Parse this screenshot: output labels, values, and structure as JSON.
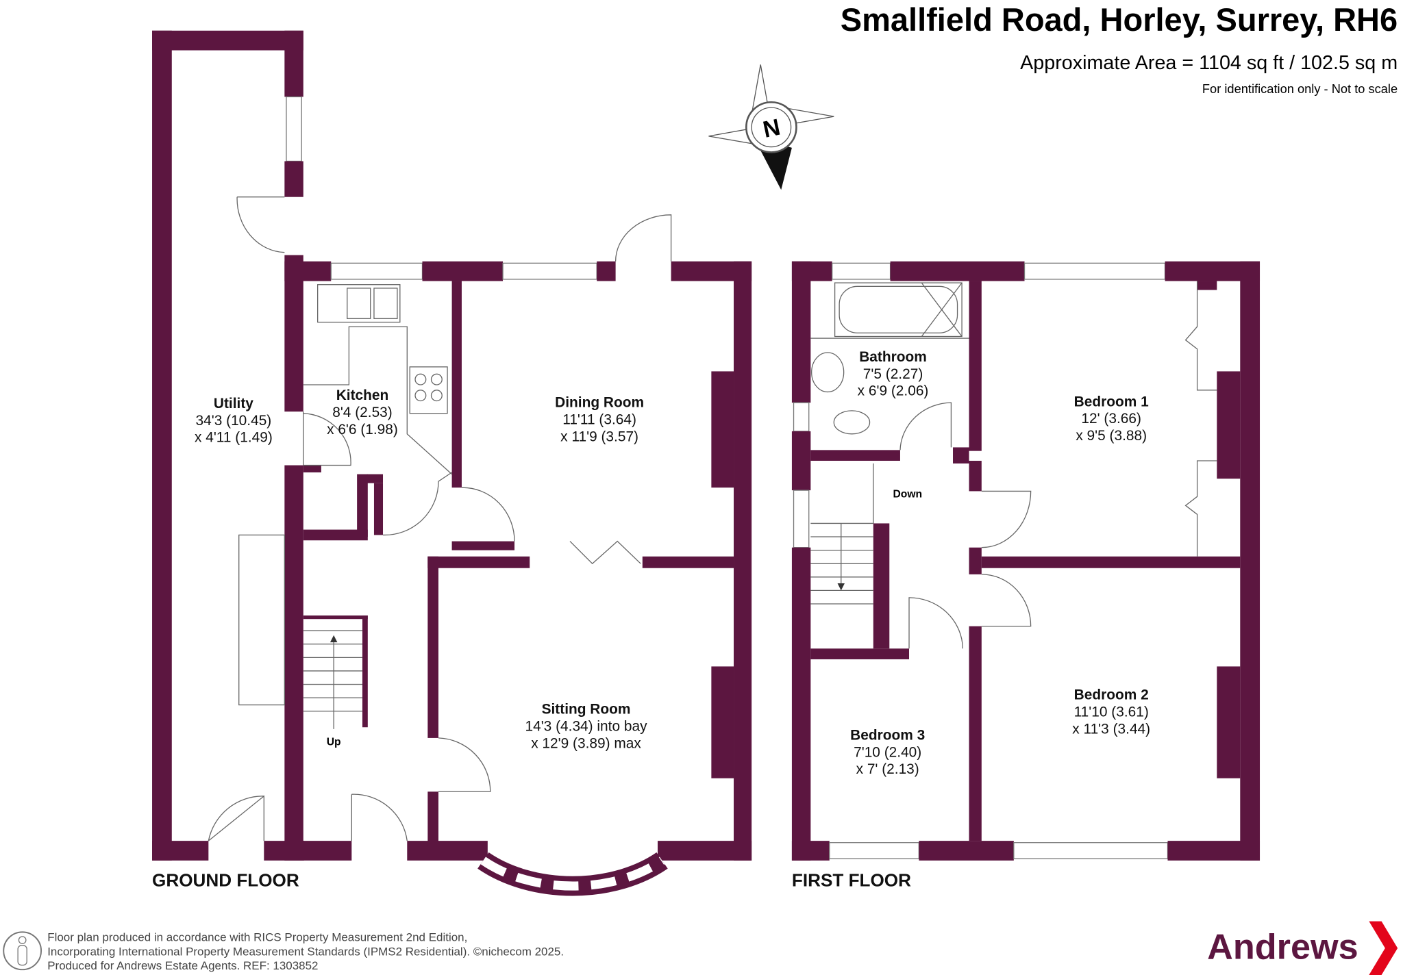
{
  "header": {
    "title": "Smallfield Road, Horley, Surrey, RH6",
    "area": "Approximate Area = 1104 sq ft / 102.5 sq m",
    "disclaimer": "For identification only - Not to scale"
  },
  "compass": {
    "label": "N"
  },
  "ground_floor": {
    "label": "GROUND FLOOR",
    "stairs_label": "Up",
    "rooms": [
      {
        "name": "Utility",
        "dim1": "34'3 (10.45)",
        "dim2": "x 4'11 (1.49)"
      },
      {
        "name": "Kitchen",
        "dim1": "8'4 (2.53)",
        "dim2": "x 6'6 (1.98)"
      },
      {
        "name": "Dining Room",
        "dim1": "11'11 (3.64)",
        "dim2": "x 11'9 (3.57)"
      },
      {
        "name": "Sitting Room",
        "dim1": "14'3 (4.34) into bay",
        "dim2": "x 12'9 (3.89) max"
      }
    ]
  },
  "first_floor": {
    "label": "FIRST FLOOR",
    "stairs_label": "Down",
    "rooms": [
      {
        "name": "Bathroom",
        "dim1": "7'5 (2.27)",
        "dim2": "x 6'9 (2.06)"
      },
      {
        "name": "Bedroom 1",
        "dim1": "12' (3.66)",
        "dim2": "x 9'5 (3.88)"
      },
      {
        "name": "Bedroom 2",
        "dim1": "11'10 (3.61)",
        "dim2": "x 11'3 (3.44)"
      },
      {
        "name": "Bedroom 3",
        "dim1": "7'10 (2.40)",
        "dim2": "x 7' (2.13)"
      }
    ]
  },
  "footer": {
    "line1": "Floor plan produced in accordance with RICS Property Measurement 2nd Edition,",
    "line2": "Incorporating International Property Measurement Standards (IPMS2 Residential).   ©nichecom 2025.",
    "line3": "Produced for Andrews Estate Agents.   REF: 1303852",
    "brand": "Andrews"
  },
  "colors": {
    "wall": "#5c1640",
    "brand_red": "#e3051b"
  }
}
